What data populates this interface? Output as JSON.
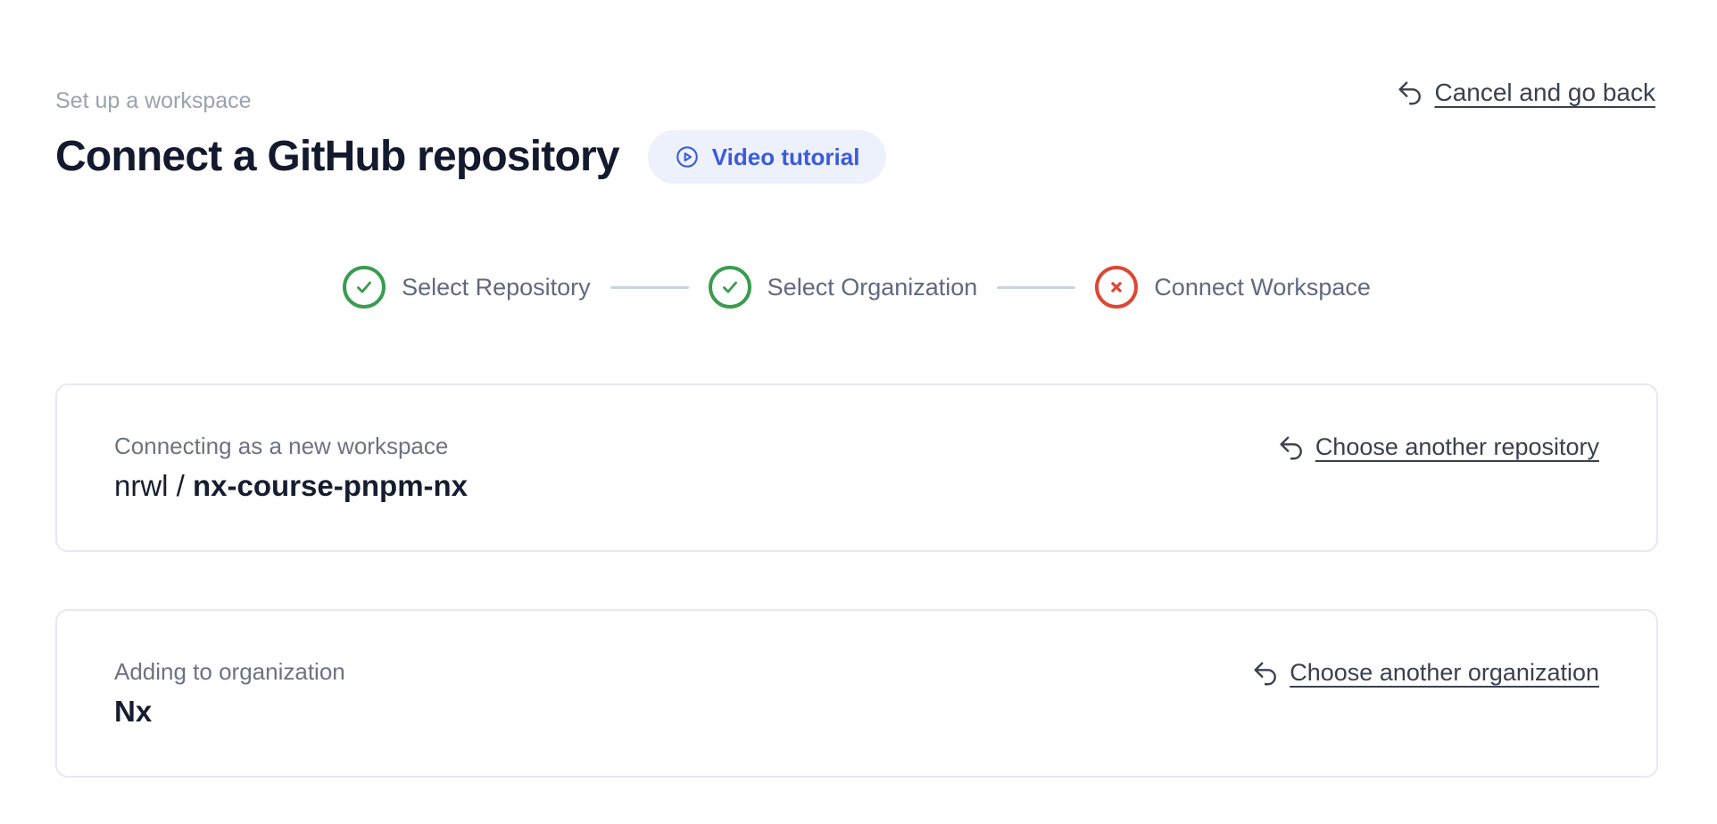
{
  "header": {
    "kicker": "Set up a workspace",
    "title": "Connect a GitHub repository",
    "video_button": {
      "label": "Video tutorial",
      "icon": "play-circle-icon"
    },
    "cancel_link": {
      "label": "Cancel and go back",
      "icon": "undo-arrow-icon"
    }
  },
  "stepper": {
    "steps": [
      {
        "label": "Select Repository",
        "status": "complete",
        "icon": "check-circle-icon"
      },
      {
        "label": "Select Organization",
        "status": "complete",
        "icon": "check-circle-icon"
      },
      {
        "label": "Connect Workspace",
        "status": "error",
        "icon": "x-circle-icon"
      }
    ]
  },
  "cards": [
    {
      "label": "Connecting as a new workspace",
      "value_prefix": "nrwl / ",
      "value_name": "nx-course-pnpm-nx",
      "action": {
        "label": "Choose another repository",
        "icon": "undo-arrow-icon"
      }
    },
    {
      "label": "Adding to organization",
      "value_prefix": "",
      "value_name": "Nx",
      "action": {
        "label": "Choose another organization",
        "icon": "undo-arrow-icon"
      }
    }
  ],
  "colors": {
    "accent_blue": "#3b5bdb",
    "pill_background": "#edf1fc",
    "success_green": "#3a9c50",
    "error_red": "#dd4733",
    "connector_gray": "#cbd3e1",
    "link_slate": "#39414f",
    "muted_text": "#9aa2b1",
    "card_border": "#e7e9f0"
  }
}
